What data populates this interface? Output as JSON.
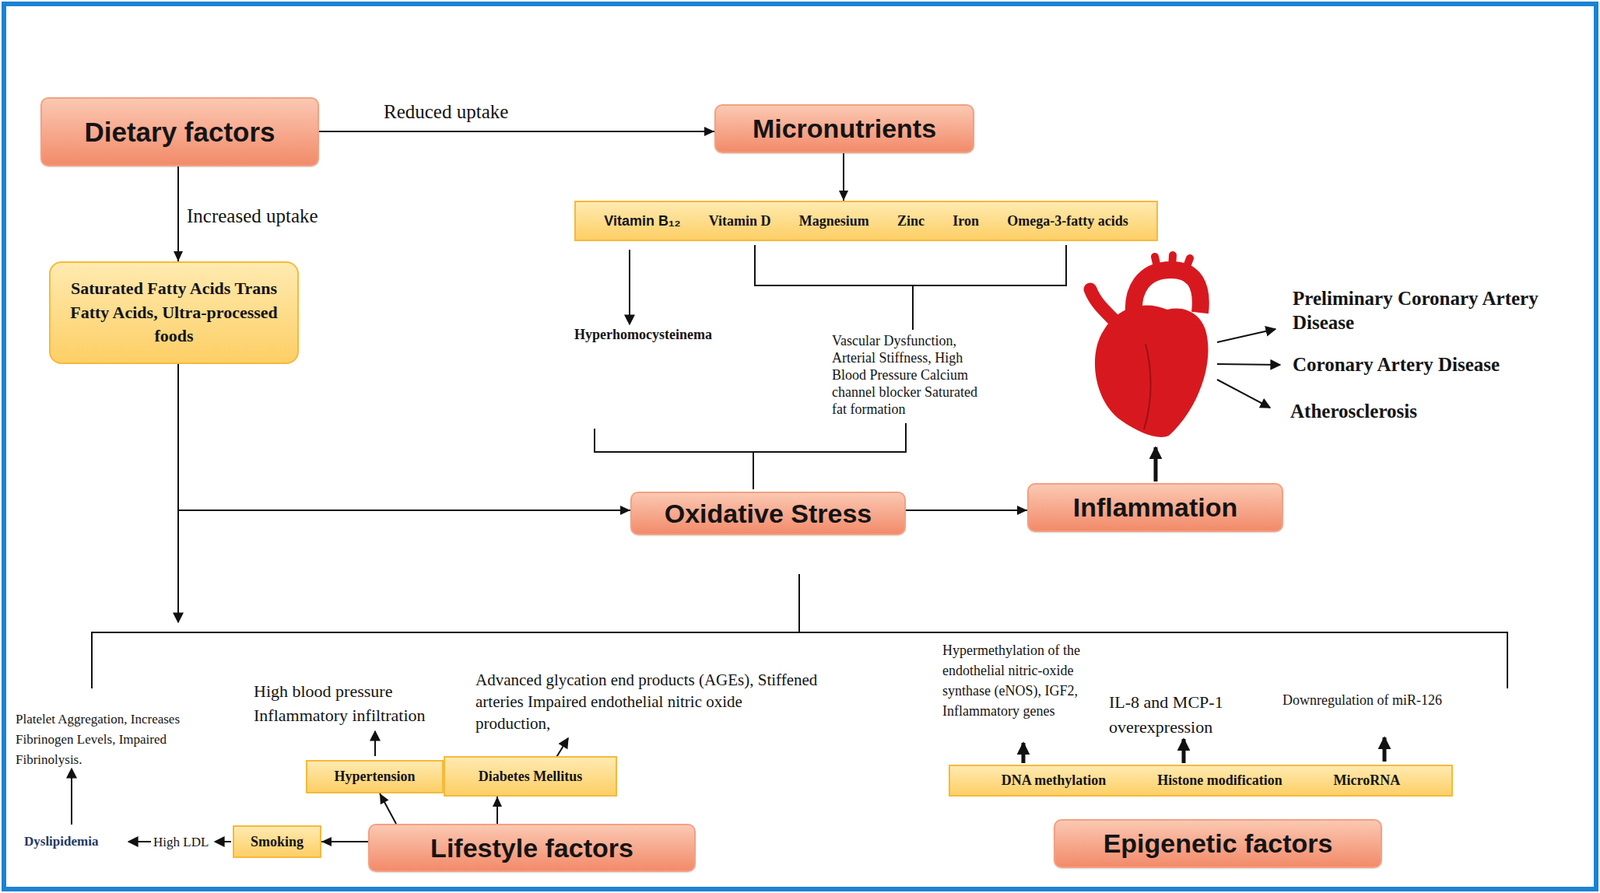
{
  "diagram": {
    "nodes": [
      {
        "text": [
          "Dietary factors"
        ]
      },
      {
        "text": [
          "Micronutrients"
        ]
      },
      {
        "text": [
          "Vitamin B₁₂",
          "Vitamin D",
          "Magnesium",
          "Zinc",
          "Iron",
          "Omega-3-fatty acids"
        ]
      },
      {
        "text": [
          "Saturated Fatty Acids Trans Fatty Acids, Ultra-processed foods"
        ]
      },
      {
        "text": [
          "Oxidative Stress"
        ]
      },
      {
        "text": [
          "Inflammation"
        ]
      },
      {
        "text": [
          "Hypertension"
        ]
      },
      {
        "text": [
          "Diabetes Mellitus"
        ]
      },
      {
        "text": [
          "DNA methylation",
          "Histone modification",
          "MicroRNA"
        ]
      },
      {
        "text": [
          "Smoking"
        ]
      },
      {
        "text": [
          "Lifestyle factors"
        ]
      },
      {
        "text": [
          "Epigenetic factors"
        ]
      }
    ],
    "edges": [
      {
        "from": 0,
        "to": 1,
        "label": "Reduced uptake",
        "arrow": "to"
      },
      {
        "from": 0,
        "to": 3,
        "label": "Increased uptake",
        "arrow": "to"
      },
      {
        "from": 1,
        "to": 2,
        "arrow": "to"
      },
      {
        "from": 3,
        "to": 4,
        "arrow": "to"
      },
      {
        "from": 4,
        "to": 5,
        "arrow": "to"
      },
      {
        "from": 10,
        "to": 9,
        "arrow": "to"
      },
      {
        "from": 10,
        "to": 6,
        "arrow": "to"
      },
      {
        "from": 10,
        "to": 7,
        "arrow": "to"
      }
    ],
    "labels": [
      "Hyperhomocysteinema",
      "Vascular Dysfunction, Arterial Stiffness, High Blood Pressure Calcium channel blocker Saturated fat formation",
      "Preliminary Coronary Artery Disease",
      "Coronary Artery Disease",
      "Atherosclerosis",
      "Hypermethylation of the endothelial nitric-oxide synthase (eNOS), IGF2, Inflammatory genes",
      "Advanced glycation end products (AGEs), Stiffened arteries Impaired endothelial nitric oxide production,",
      "High blood pressure Inflammatory infiltration",
      "IL-8 and MCP-1 overexpression",
      "Downregulation of miR-126",
      "Platelet Aggregation, Increases Fibrinogen Levels, Impaired Fibrinolysis.",
      "Dyslipidemia",
      "High LDL"
    ]
  }
}
